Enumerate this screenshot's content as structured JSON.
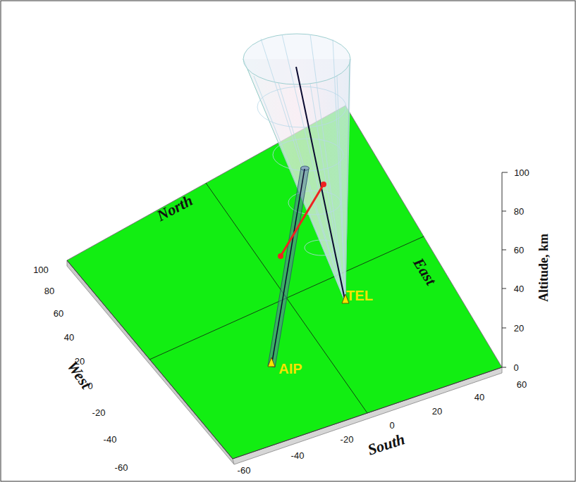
{
  "diagram": {
    "labels": [
      "100",
      "80",
      "60",
      "40",
      "20",
      "0",
      "-20",
      "-40",
      "-60",
      "-60",
      "-40",
      "-20",
      "0",
      "20",
      "40",
      "60",
      "100",
      "80",
      "60",
      "40",
      "20",
      "0",
      "North",
      "South",
      "East",
      "West",
      "Altitude, km",
      "AIP",
      "TEL"
    ]
  }
}
